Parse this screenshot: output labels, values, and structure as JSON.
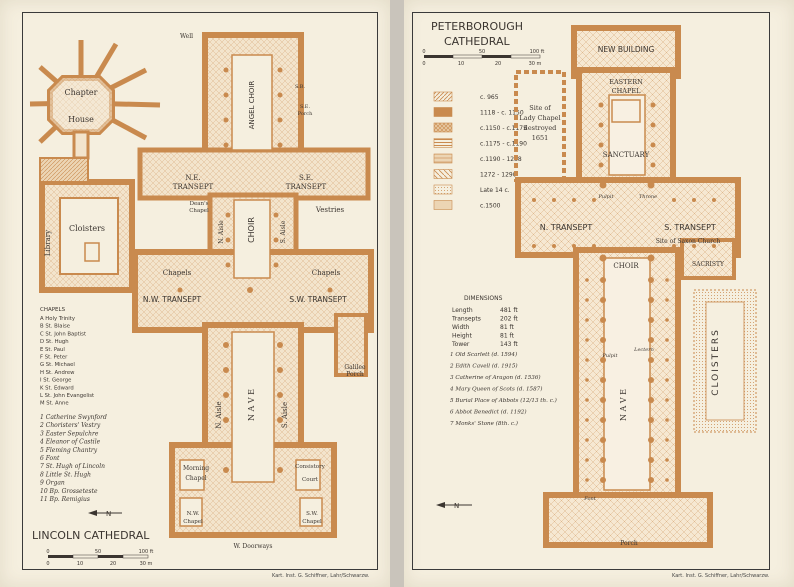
{
  "lincoln": {
    "title": "LINCOLN CATHEDRAL",
    "credit": "Kart. Inst. G. Schiffner, Lahr/Schwarzw.",
    "labels": {
      "well": "Well",
      "chapter": "Chapter",
      "house": "House",
      "cloisters": "Cloisters",
      "library": "Library",
      "ne_transept_1": "N.E.",
      "ne_transept_2": "TRANSEPT",
      "se_transept_1": "S.E.",
      "se_transept_2": "TRANSEPT",
      "angel_choir": "ANGEL CHOIR",
      "choir": "CHOIR",
      "n_aisle": "N. Aisle",
      "s_aisle": "S. Aisle",
      "deans_chapel_1": "Dean's",
      "deans_chapel_2": "Chapel",
      "vestries": "Vestries",
      "chapels_left": "Chapels",
      "chapels_right": "Chapels",
      "nw_transept": "N.W. TRANSEPT",
      "sw_transept": "S.W. TRANSEPT",
      "nave": "N A V E",
      "nave_n_aisle": "N. Aisle",
      "nave_s_aisle": "S. Aisle",
      "galilee_1": "Galilee",
      "galilee_2": "Porch",
      "morning_1": "Morning",
      "morning_2": "Chapel",
      "consistory_1": "Consistory",
      "consistory_2": "Court",
      "nw_chapel_1": "N.W.",
      "nw_chapel_2": "Chapel",
      "sw_chapel_1": "S.W.",
      "sw_chapel_2": "Chapel",
      "w_doorways": "W. Doorways",
      "se_porch_1": "S.E.",
      "se_porch_2": "Porch",
      "sb": "S.B."
    },
    "chapels_heading": "CHAPELS",
    "chapels": [
      "A Holy Trinity",
      "B St. Blaise",
      "C St. John Baptist",
      "D St. Hugh",
      "E St. Paul",
      "F St. Peter",
      "G St. Michael",
      "H St. Andrew",
      "I St. George",
      "K St. Edward",
      "L St. John Evangelist",
      "M St. Anne"
    ],
    "numbered": [
      "1 Catherine Swynford",
      "2 Choristers' Vestry",
      "3 Easter Sepulchre",
      "4 Eleanor of Castile",
      "5 Fleming Chantry",
      "6 Font",
      "7 St. Hugh of Lincoln",
      "8 Little St. Hugh",
      "9 Organ",
      "10 Bp. Grosseteste",
      "11 Bp. Remigius"
    ],
    "scale_ft": [
      "0",
      "50",
      "100 ft"
    ],
    "scale_m": [
      "0",
      "10",
      "20",
      "30 m"
    ]
  },
  "peterborough": {
    "title_1": "PETERBOROUGH",
    "title_2": "CATHEDRAL",
    "credit": "Kart. Inst. G. Schiffner, Lahr/Schwarzw.",
    "scale_ft": [
      "0",
      "50",
      "100 ft"
    ],
    "scale_m": [
      "0",
      "10",
      "20",
      "30 m"
    ],
    "legend": [
      {
        "label": "c. 965",
        "pattern": "diag"
      },
      {
        "label": "1118 - c. 1150",
        "pattern": "solid"
      },
      {
        "label": "c.1150 - c.1175",
        "pattern": "hatch"
      },
      {
        "label": "c.1175 - c.1190",
        "pattern": "hlines"
      },
      {
        "label": "c.1190 - 1238",
        "pattern": "hlines2"
      },
      {
        "label": "1272 - 1290",
        "pattern": "diag2"
      },
      {
        "label": "Late 14 c.",
        "pattern": "dots"
      },
      {
        "label": "c.1500",
        "pattern": "light"
      }
    ],
    "labels": {
      "new_building": "NEW BUILDING",
      "eastern_chapel_1": "EASTERN",
      "eastern_chapel_2": "CHAPEL",
      "lady_1": "Site of",
      "lady_2": "Lady Chapel",
      "lady_3": "destroyed",
      "lady_4": "1651",
      "sanctuary": "SANCTUARY",
      "pulpit_top": "Pulpit",
      "throne": "Throne",
      "n_transept": "N. TRANSEPT",
      "s_transept": "S. TRANSEPT",
      "saxon": "Site of Saxon Church",
      "choir": "CHOIR",
      "sacristy": "SACRISTY",
      "pulpit": "Pulpit",
      "lectern": "Lectern",
      "nave": "N A V E",
      "cloisters": "CLOISTERS",
      "font": "Font",
      "porch": "Porch"
    },
    "dimensions_heading": "DIMENSIONS",
    "dimensions": [
      {
        "name": "Length",
        "value": "481 ft"
      },
      {
        "name": "Transepts",
        "value": "202 ft"
      },
      {
        "name": "Width",
        "value": "81 ft"
      },
      {
        "name": "Height",
        "value": "81 ft"
      },
      {
        "name": "Tower",
        "value": "143 ft"
      }
    ],
    "numbered": [
      "1 Old Scarlett (d. 1594)",
      "2 Edith Cavell (d. 1915)",
      "3 Catherine of Aragon (d. 1536)",
      "4 Mary Queen of Scots (d. 1587)",
      "5 Burial Place of Abbots (12/13 th. c.)",
      "6 Abbot Benedict (d. 1192)",
      "7 Monks' Stone (8th. c.)"
    ]
  },
  "colors": {
    "paper": "#f5efdf",
    "plan": "#c98a4e",
    "plan_light": "#e7c9a2",
    "ink": "#3b3530"
  }
}
